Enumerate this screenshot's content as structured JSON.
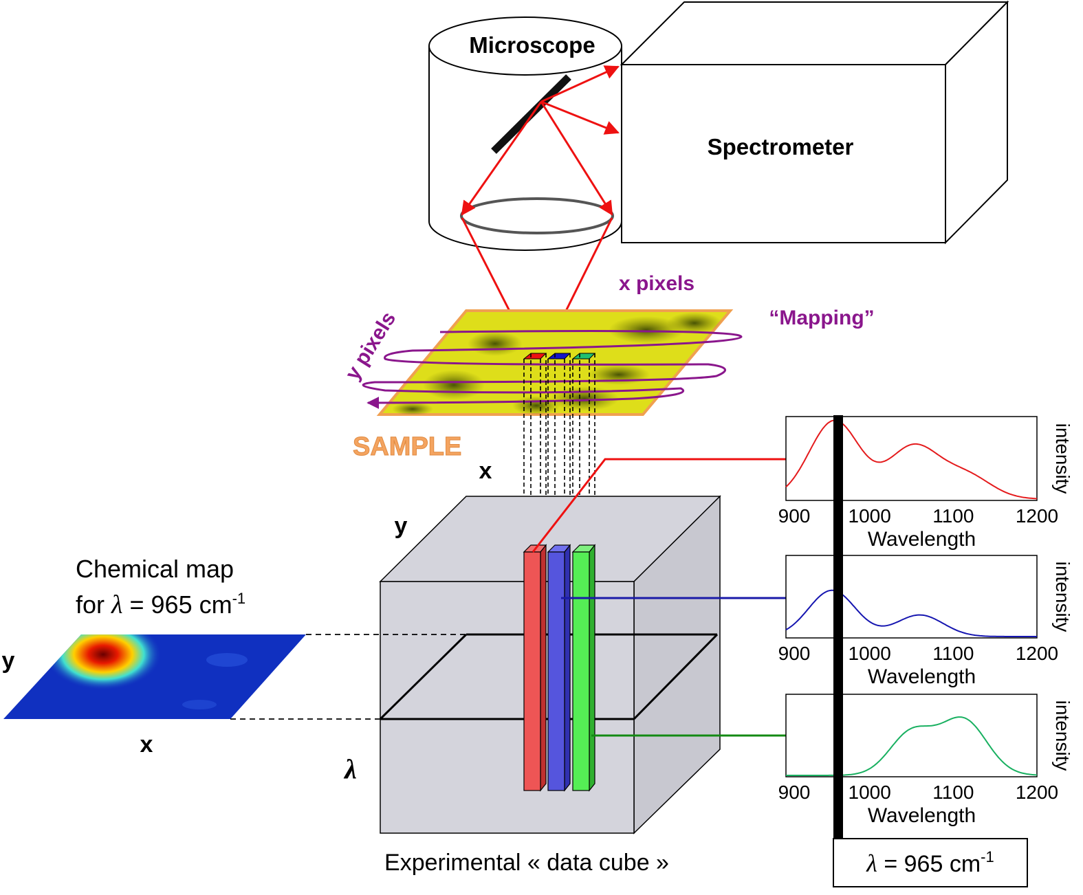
{
  "labels": {
    "microscope": "Microscope",
    "spectrometer": "Spectrometer",
    "x_pixels": "x pixels",
    "y_pixels": "y pixels",
    "mapping": "“Mapping”",
    "sample": "SAMPLE",
    "cube_x": "x",
    "cube_y": "y",
    "cube_lambda": "λ",
    "cube_caption": "Experimental « data cube »",
    "map_title_line1": "Chemical map",
    "map_title_line2_prefix": "for",
    "map_title_lambda": "λ",
    "map_title_line2_suffix": " = 965 cm",
    "map_title_exp": "-1",
    "map_y": "y",
    "map_x": "x",
    "selector_lambda": "λ",
    "selector_text": " = 965 cm",
    "selector_exp": "-1"
  },
  "colors": {
    "beam": "#ee1111",
    "mapping_path": "#8a168c",
    "sample_fill": "#dede1a",
    "sample_border": "#f0a050",
    "sample_label": "#f4a460",
    "cube_fill": "#d4d4dc",
    "column_red": "#ee5555",
    "column_blue": "#5555dd",
    "column_green": "#55ee55",
    "spectrum_red": "#e41a1c",
    "spectrum_blue": "#1515b0",
    "spectrum_green": "#18b060",
    "leader_red": "#ee1111",
    "leader_blue": "#1a1aa8",
    "leader_green": "#138a13",
    "selector_bar": "#000000"
  },
  "spectra": [
    {
      "color": "spectrum_red",
      "x_ticks": [
        "900",
        "1000",
        "1100",
        "1200"
      ],
      "x_label": "Wavelength",
      "y_label": "intensity",
      "peaks": [
        {
          "center": 958,
          "height": 1.0,
          "width": 30
        },
        {
          "center": 1052,
          "height": 0.66,
          "width": 30
        },
        {
          "center": 1115,
          "height": 0.3,
          "width": 30
        }
      ]
    },
    {
      "color": "spectrum_blue",
      "x_ticks": [
        "900",
        "1000",
        "1100",
        "1200"
      ],
      "x_label": "Wavelength",
      "y_label": "intensity",
      "peaks": [
        {
          "center": 955,
          "height": 0.6,
          "width": 28
        },
        {
          "center": 1060,
          "height": 0.28,
          "width": 28
        }
      ]
    },
    {
      "color": "spectrum_green",
      "x_ticks": [
        "900",
        "1000",
        "1100",
        "1200"
      ],
      "x_label": "Wavelength",
      "y_label": "intensity",
      "peaks": [
        {
          "center": 1050,
          "height": 0.55,
          "width": 26
        },
        {
          "center": 1112,
          "height": 0.72,
          "width": 28
        }
      ]
    }
  ]
}
